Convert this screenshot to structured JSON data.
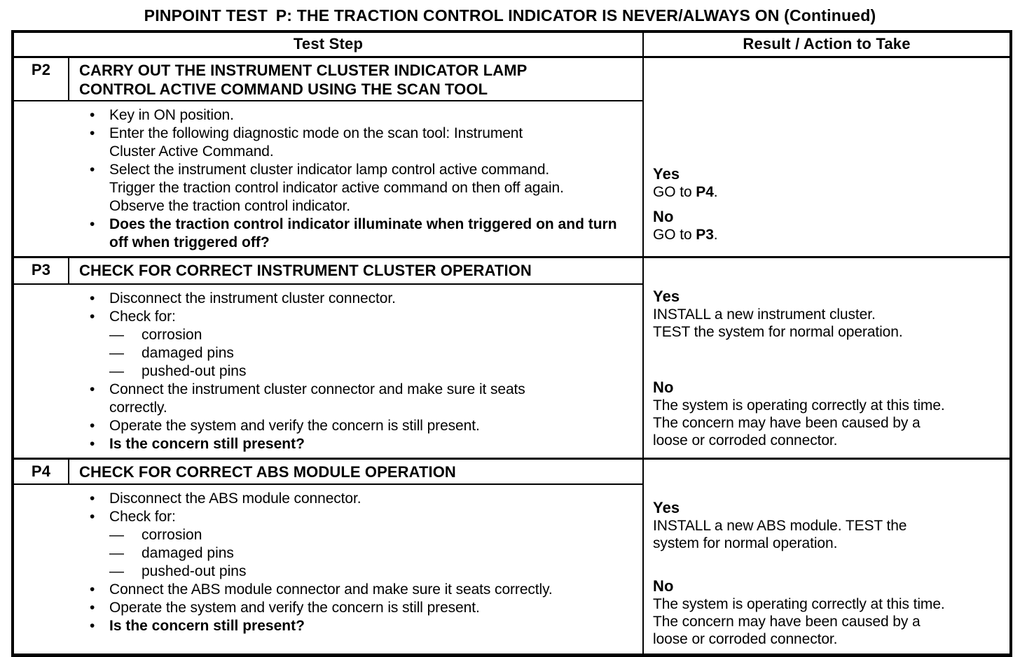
{
  "page_title": "PINPOINT TEST P: THE TRACTION CONTROL INDICATOR IS NEVER/ALWAYS ON (Continued)",
  "table": {
    "header": {
      "test_step": "Test Step",
      "result": "Result / Action to Take"
    },
    "p2": {
      "step": "P2",
      "title": "CARRY OUT THE INSTRUMENT CLUSTER INDICATOR LAMP CONTROL ACTIVE COMMAND USING THE SCAN TOOL",
      "bullets": [
        "Key in ON position.",
        "Enter the following diagnostic mode on the scan tool: Instrument Cluster Active Command.",
        "Select the instrument cluster indicator lamp control active command. Trigger the traction control indicator active command on then off again. Observe the traction control indicator."
      ],
      "question": "Does the traction control indicator illuminate when triggered on and turn off when triggered off?",
      "result": {
        "yes_label": "Yes",
        "yes_go_pre": "GO to ",
        "yes_go_target": "P4",
        "yes_go_post": ".",
        "no_label": "No",
        "no_go_pre": "GO to ",
        "no_go_target": "P3",
        "no_go_post": "."
      }
    },
    "p3": {
      "step": "P3",
      "title": "CHECK FOR CORRECT INSTRUMENT CLUSTER OPERATION",
      "bullets_before": [
        "Disconnect the instrument cluster connector.",
        "Check for:"
      ],
      "check_items": [
        "corrosion",
        "damaged pins",
        "pushed-out pins"
      ],
      "bullets_after": [
        "Connect the instrument cluster connector and make sure it seats correctly.",
        "Operate the system and verify the concern is still present."
      ],
      "question": "Is the concern still present?",
      "result": {
        "yes_label": "Yes",
        "yes_action_line1": "INSTALL a new instrument cluster.",
        "yes_action_line2": "TEST the system for normal operation.",
        "no_label": "No",
        "no_action": "The system is operating correctly at this time. The concern may have been caused by a loose or corroded connector."
      }
    },
    "p4": {
      "step": "P4",
      "title": "CHECK FOR CORRECT ABS MODULE OPERATION",
      "bullets_before": [
        "Disconnect the ABS module connector.",
        "Check for:"
      ],
      "check_items": [
        "corrosion",
        "damaged pins",
        "pushed-out pins"
      ],
      "bullets_after": [
        "Connect the ABS module connector and make sure it seats correctly.",
        "Operate the system and verify the concern is still present."
      ],
      "question": "Is the concern still present?",
      "result": {
        "yes_label": "Yes",
        "yes_action": "INSTALL a new ABS module. TEST the system for normal operation.",
        "no_label": "No",
        "no_action": "The system is operating correctly at this time. The concern may have been caused by a loose or corroded connector."
      }
    }
  }
}
